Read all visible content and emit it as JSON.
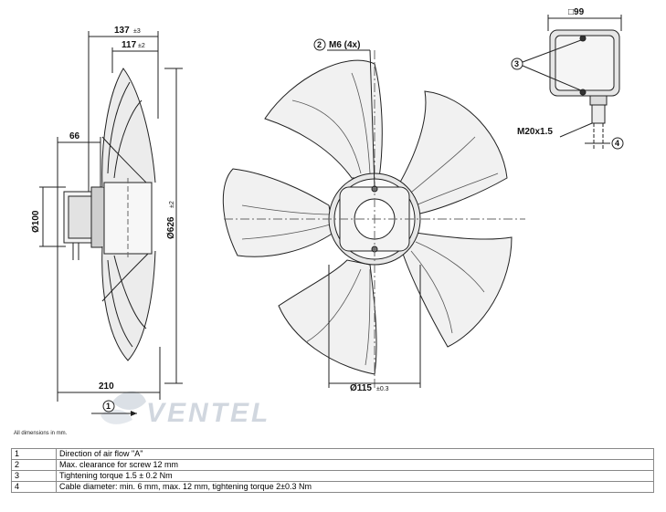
{
  "dimensions": {
    "width_137": "137",
    "tol_137": "±3",
    "width_117": "117",
    "tol_117": "±2",
    "hub_66": "66",
    "diameter_100": "Ø100",
    "diameter_626": "Ø626",
    "tol_626": "±2",
    "depth_210": "210",
    "diameter_115": "Ø115",
    "tol_115": "±0.3",
    "box_99": "□99",
    "thread_m6": "M6 (4x)",
    "thread_m20": "M20x1.5"
  },
  "callouts": {
    "c1": "1",
    "c2": "2",
    "c3": "3",
    "c4": "4"
  },
  "logo_text": "VENTEL",
  "note": "All dimensions in mm.",
  "legend": [
    {
      "num": "1",
      "text": "Direction of air flow \"A\""
    },
    {
      "num": "2",
      "text": "Max. clearance for screw 12 mm"
    },
    {
      "num": "3",
      "text": "Tightening torque 1.5 ± 0.2 Nm"
    },
    {
      "num": "4",
      "text": "Cable diameter: min. 6 mm, max. 12 mm, tightening torque 2±0.3 Nm"
    }
  ]
}
